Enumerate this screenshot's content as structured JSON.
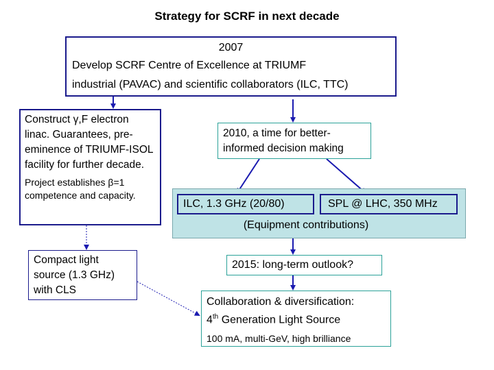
{
  "title": "Strategy for SCRF in next decade",
  "top_box": {
    "year": "2007",
    "line1": "Develop SCRF Centre of Excellence at TRIUMF",
    "line2": "industrial (PAVAC) and scientific collaborators (ILC, TTC)"
  },
  "left_box": {
    "main": "Construct γ,F electron linac. Guarantees, pre-eminence of TRIUMF-ISOL facility for further decade.",
    "sub": "Project establishes β=1 competence and capacity."
  },
  "box_2010": "2010, a time for better-informed decision making",
  "options": {
    "ilc": "ILC, 1.3 GHz (20/80)",
    "spl": "SPL @ LHC, 350 MHz",
    "footer": "(Equipment contributions)"
  },
  "box_2015": "2015: long-term outlook?",
  "light_source_box": "Compact light source (1.3 GHz) with CLS",
  "collab_box": {
    "line1": "Collaboration & diversification:",
    "line2_prefix": "4",
    "line2_sup": "th",
    "line2_rest": " Generation Light Source",
    "line3": "100 mA, multi-GeV, high brilliance"
  },
  "colors": {
    "navy": "#1a1a8c",
    "teal": "#2aa198",
    "panel": "#bfe3e6",
    "arrow": "#1a1ab0"
  }
}
